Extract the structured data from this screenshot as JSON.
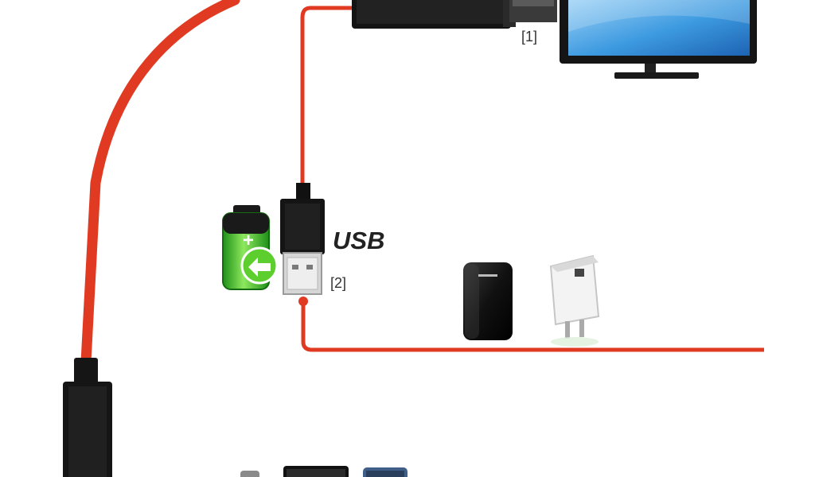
{
  "labels": {
    "marker_1": "[1]",
    "marker_2": "[2]",
    "usb": "USB"
  },
  "icons": [
    "battery-charging-icon",
    "tv-monitor-icon",
    "power-bank-icon",
    "wall-charger-icon"
  ],
  "colors": {
    "cable": "#e03a22",
    "connector": "#161616",
    "screen": "#3d9ae0",
    "battery": "#3fbf2a"
  }
}
